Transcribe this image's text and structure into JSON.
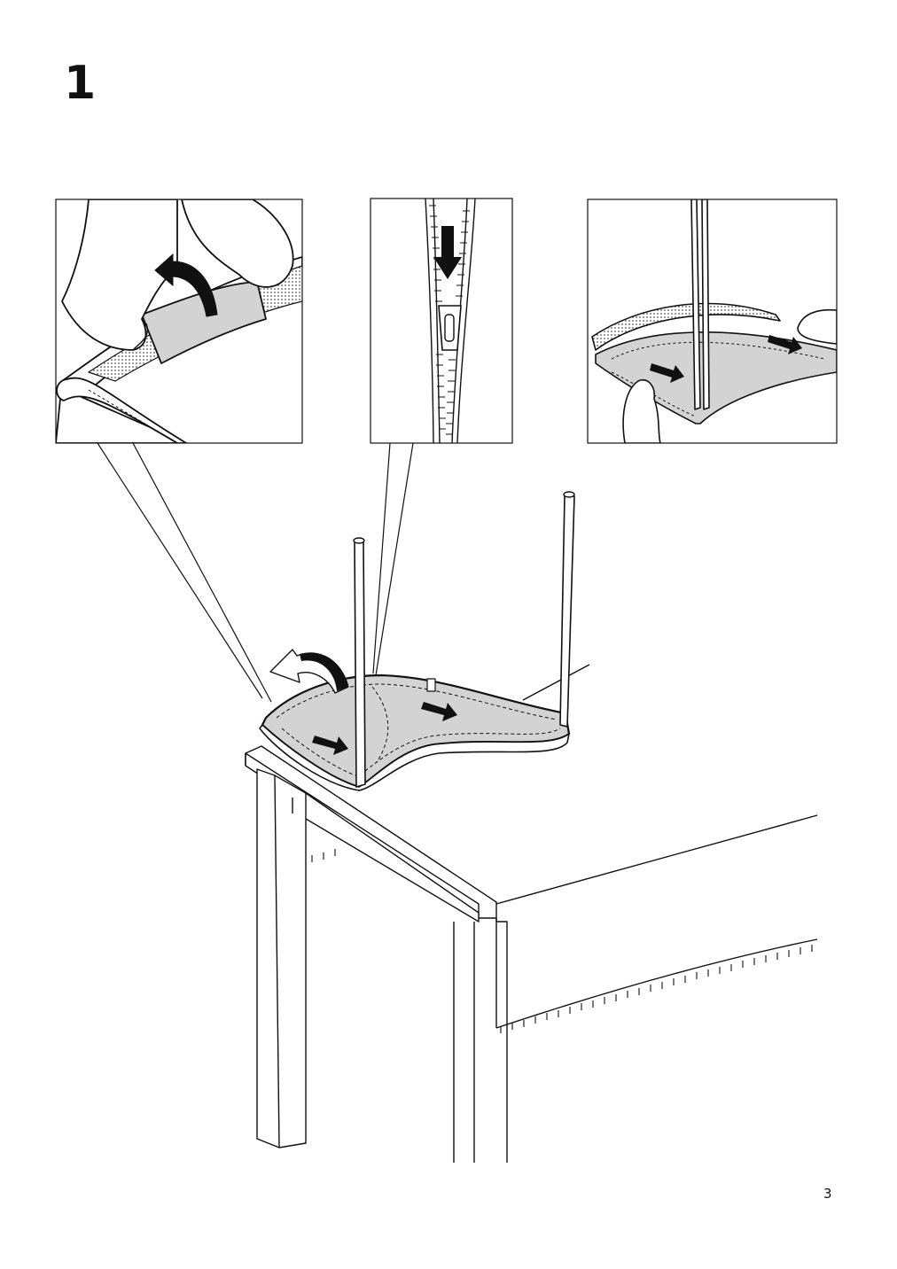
{
  "step": {
    "number": "1"
  },
  "page": {
    "number": "3"
  },
  "colors": {
    "line": "#111111",
    "fabric": "#d3d3d3",
    "paper": "#ffffff"
  },
  "illustration": {
    "panels": [
      {
        "name": "fold-back-edge-detail",
        "icon": "curved-arrow-icon"
      },
      {
        "name": "zipper-detail",
        "icon": "down-arrow-icon"
      },
      {
        "name": "pull-cover-detail",
        "icon": "arrow-icon"
      }
    ],
    "main": {
      "name": "chair-seat-on-table",
      "icons": [
        "curved-arrow-icon",
        "arrow-icon"
      ]
    }
  }
}
